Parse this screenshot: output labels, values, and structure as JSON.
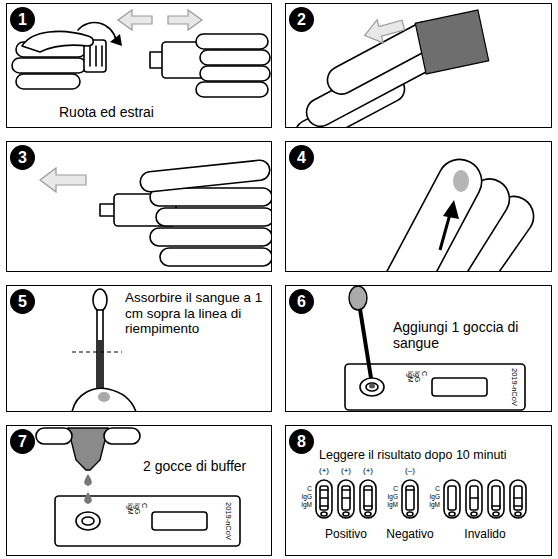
{
  "diagram": {
    "nodes": [
      {
        "text": [
          "1",
          "Ruota ed estrai"
        ]
      },
      {
        "text": [
          "2"
        ]
      },
      {
        "text": [
          "3"
        ]
      },
      {
        "text": [
          "4"
        ]
      },
      {
        "text": [
          "5",
          "Assorbire il sangue a 1 cm sopra la linea di riempimento"
        ]
      },
      {
        "text": [
          "6",
          "Aggiungi 1 goccia di sangue"
        ]
      },
      {
        "text": [
          "7",
          "2 gocce di buffer"
        ]
      },
      {
        "text": [
          "8",
          "Leggere il risultato dopo 10 minuti"
        ]
      }
    ],
    "labels": [
      "C",
      "IgG",
      "IgM",
      "2019-nCoV",
      "C",
      "IgG",
      "IgM",
      "2019-nCoV",
      "(+)",
      "(+)",
      "(+)",
      "C",
      "IgG",
      "IgM",
      "(–)",
      "C",
      "IgG",
      "IgM",
      "C",
      "IgG",
      "IgM",
      "Positivo",
      "Negativo",
      "Invalido"
    ]
  }
}
